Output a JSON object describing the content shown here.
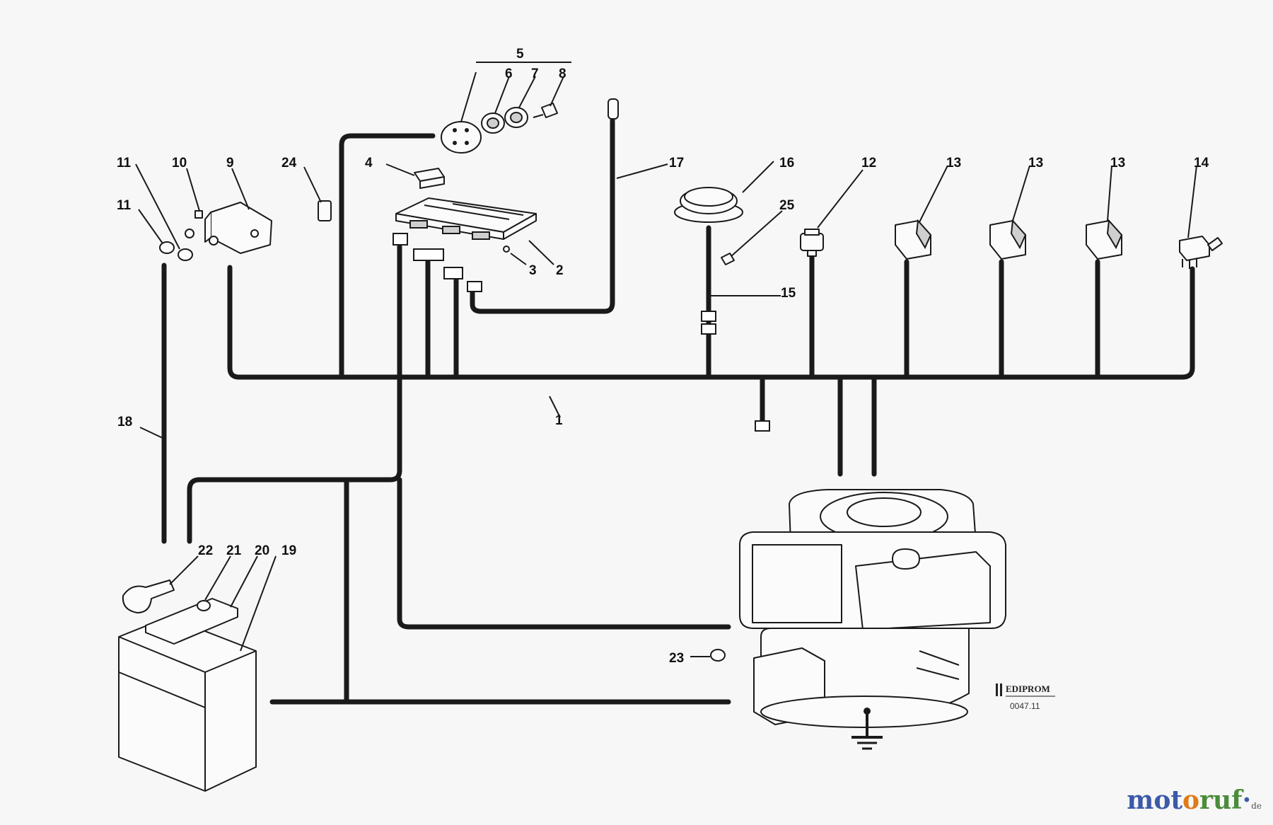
{
  "diagram": {
    "callouts": {
      "c1": "1",
      "c2": "2",
      "c3": "3",
      "c4": "4",
      "c5": "5",
      "c6": "6",
      "c7": "7",
      "c8": "8",
      "c9": "9",
      "c10": "10",
      "c11a": "11",
      "c11b": "11",
      "c12": "12",
      "c13a": "13",
      "c13b": "13",
      "c13c": "13",
      "c14": "14",
      "c15": "15",
      "c16": "16",
      "c17": "17",
      "c18": "18",
      "c19": "19",
      "c20": "20",
      "c21": "21",
      "c22": "22",
      "c23": "23",
      "c24": "24",
      "c25": "25"
    },
    "publisher_logo": "EDIPROM",
    "drawing_code": "0047.11"
  },
  "watermark": {
    "part1": "mot",
    "part2": "o",
    "part3": "ruf",
    "part4": "·",
    "tld": "de"
  }
}
